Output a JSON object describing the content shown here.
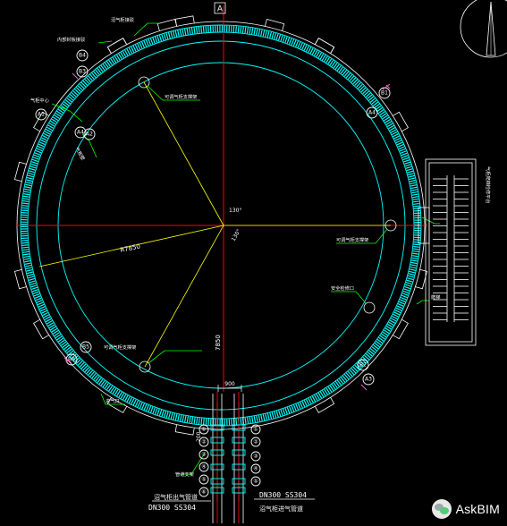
{
  "drawing": {
    "section_mark": "A",
    "radius_label": "R7850",
    "angle_top": "130°",
    "angle_bottom": "130°",
    "dim_vertical": "7850",
    "dim_pipe_gap": "900",
    "dim_left_pipe": "200",
    "pipe_left_spec": "DN300 SS304",
    "pipe_right_spec": "DN300 SS304",
    "colors": {
      "ring": "#00ffff",
      "axis": "#ff0000",
      "radius": "#ffff00",
      "leader": "#00ff00",
      "bg": "#000000"
    }
  },
  "labels": {
    "top_a": "沼气柜接驳",
    "top_b": "内部封板接驳",
    "left_mid": "气柜中心",
    "left_mid2": "气柜壁",
    "inner_top": "可调气柜支撑架",
    "inner_bottom": "可调气柜支撑架",
    "right_inner1": "可调气柜支撑架",
    "right_inner2": "安全检修口",
    "right_side": "爬梯",
    "stair_title": "气柜爬梯检修平台",
    "bottom_left": "进气口",
    "pipe_note": "管道支架",
    "pipe_in": "沼气柜出气管道",
    "pipe_out": "沼气柜进气管道"
  },
  "bubbles": [
    "B4",
    "B3",
    "A1",
    "A2",
    "B5",
    "B6",
    "A4",
    "B1",
    "B2",
    "A3",
    "A4"
  ],
  "pipe_bubbles_left": [
    "①",
    "②",
    "③",
    "④",
    "⑤",
    "⑥"
  ],
  "pipe_bubbles_right": [
    "①",
    "②",
    "③",
    "④",
    "⑤"
  ],
  "watermark": {
    "text": "AskBIM",
    "icon": "wechat-icon"
  }
}
